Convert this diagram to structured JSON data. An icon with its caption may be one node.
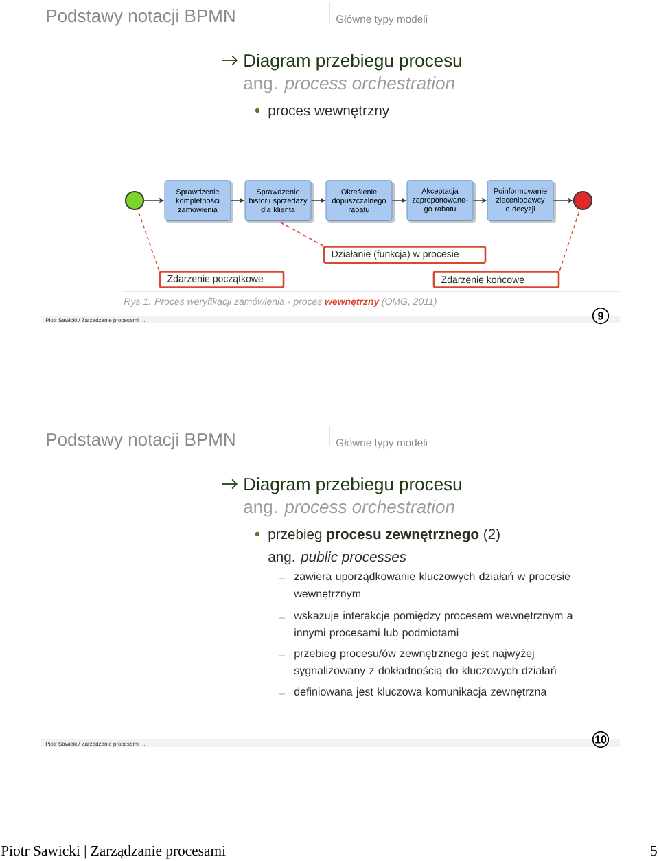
{
  "diagram": {
    "nodes": [
      {
        "text": [],
        "shape": "circle"
      },
      {
        "text": [
          "Sprawdzenie kompletności zamówienia"
        ]
      },
      {
        "text": [
          "Sprawdzenie historii sprzedaży dla klienta"
        ]
      },
      {
        "text": [
          "Określenie dopuszczalnego rabatu"
        ]
      },
      {
        "text": [
          "Akceptacja zaproponowane- go rabatu"
        ]
      },
      {
        "text": [
          "Poinformowanie zleceniodawcy o decyzji"
        ]
      },
      {
        "text": [],
        "shape": "circle"
      },
      {
        "text": [
          "Działanie (funkcja) w procesie"
        ]
      },
      {
        "text": [
          "Zdarzenie początkowe"
        ]
      },
      {
        "text": [
          "Zdarzenie końcowe"
        ]
      }
    ],
    "edges": [
      {
        "from": 0,
        "to": 1,
        "arrow": "to"
      },
      {
        "from": 1,
        "to": 2,
        "arrow": "to"
      },
      {
        "from": 2,
        "to": 3,
        "arrow": "to"
      },
      {
        "from": 3,
        "to": 4,
        "arrow": "to"
      },
      {
        "from": 4,
        "to": 5,
        "arrow": "to"
      },
      {
        "from": 5,
        "to": 6,
        "arrow": "to"
      },
      {
        "from": 7,
        "to": 2,
        "arrow": "none",
        "style": "dashed",
        "color": "#d9472f"
      },
      {
        "from": 8,
        "to": 0,
        "arrow": "none",
        "style": "dashed",
        "color": "#d9472f"
      },
      {
        "from": 9,
        "to": 6,
        "arrow": "none",
        "style": "dashed",
        "color": "#d9472f"
      }
    ],
    "labels": [
      "Podstawy notacji BPMN",
      "Główne typy modeli",
      "Diagram przebiegu procesu",
      "ang. *process orchestration*",
      "proces wewnętrzny",
      "Rys.1. Proces weryfikacji zamówienia - proces",
      "wewnętrzny",
      "(OMG, 2011)",
      "Piotr Sawicki / Zarządzanie procesami …",
      "9",
      "Podstawy notacji BPMN",
      "Główne typy modeli",
      "Diagram przebiegu procesu",
      "ang. *process orchestration*",
      "przebieg **procesu zewnętrznego** (2)",
      "ang. *public processes*",
      "zawiera uporządkowanie kluczowych działań w procesie wewnętrznym",
      "wskazuje interakcje pomiędzy procesem wewnętrznym a innymi procesami lub podmiotami",
      "przebieg procesu/ów zewnętrznego jest najwyżej sygnalizowany z dokładnością do kluczowych działań",
      "definiowana jest kluczowa komunikacja zewnętrzna",
      "Piotr Sawicki / Zarządzanie procesami …",
      "10",
      "Piotr Sawicki | Zarządzanie procesami",
      "5"
    ]
  }
}
